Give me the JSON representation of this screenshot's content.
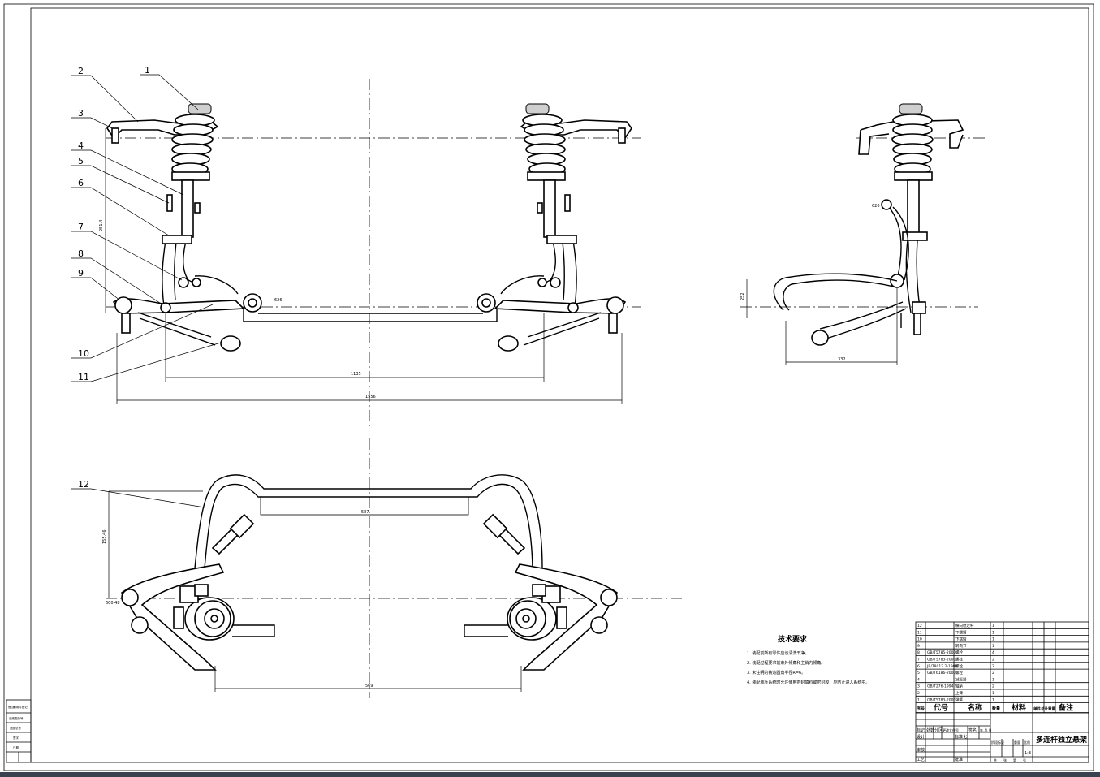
{
  "callouts": [
    "1",
    "2",
    "3",
    "4",
    "5",
    "6",
    "7",
    "8",
    "9",
    "10",
    "11",
    "12"
  ],
  "tech_requirements": {
    "title": "技术要求",
    "items": [
      "1. 装配前所有零件应该清洗干净。",
      "2. 装配过程要求前束外倾角和主销内倾角。",
      "3. 未注明的铸造圆角半径R=6。",
      "4. 装配液压系统时允许使用密封填料或密封胶，应防止进入系统中。"
    ]
  },
  "bom": {
    "rows": [
      {
        "no": "12",
        "code": "",
        "name": "横向稳定杆",
        "qty": "1"
      },
      {
        "no": "11",
        "code": "",
        "name": "下摆臂",
        "qty": "1"
      },
      {
        "no": "10",
        "code": "",
        "name": "下摆臂",
        "qty": "1"
      },
      {
        "no": "9",
        "code": "",
        "name": "转向节",
        "qty": "1"
      },
      {
        "no": "8",
        "code": "GB/T5785-2000",
        "name": "螺栓",
        "qty": "4"
      },
      {
        "no": "7",
        "code": "GB/T5783-2000",
        "name": "螺栓",
        "qty": "2"
      },
      {
        "no": "6",
        "code": "JB/T8012.2-1999",
        "name": "螺栓",
        "qty": "2"
      },
      {
        "no": "5",
        "code": "GB/T6186-2000",
        "name": "螺栓",
        "qty": "2"
      },
      {
        "no": "4",
        "code": "",
        "name": "减振器",
        "qty": "1"
      },
      {
        "no": "3",
        "code": "GB/T276-1994",
        "name": "轴承",
        "qty": "2"
      },
      {
        "no": "2",
        "code": "",
        "name": "上臂",
        "qty": "1"
      },
      {
        "no": "1",
        "code": "GB/T5783-2000",
        "name": "弹簧",
        "qty": "1"
      }
    ],
    "header": {
      "seq": "序号",
      "code": "代号",
      "name": "名称",
      "qty": "数量",
      "material": "材料",
      "weight": "单件总计重量",
      "remark": "备注"
    }
  },
  "title_block": {
    "drawing_title": "多连杆独立悬架",
    "scale": "1:3",
    "row_labels": [
      "标记",
      "处数",
      "分区",
      "更改文件号",
      "签名",
      "年.月.日"
    ],
    "left_labels": [
      "设计",
      "标准化",
      "审核",
      "工艺",
      "批准"
    ],
    "stage_label": "阶段标记",
    "weight_label": "重量",
    "scale_label": "比例",
    "sheet_labels": [
      "共",
      "张",
      "第",
      "张"
    ]
  },
  "side_stamp": [
    "借(通)用件登记",
    "旧底图总号",
    "底图总号",
    "签字",
    "日期"
  ],
  "dimensions": [
    "1135",
    "1556",
    "626",
    "251.4",
    "332",
    "252",
    "587",
    "155.46",
    "600.48",
    "569"
  ]
}
